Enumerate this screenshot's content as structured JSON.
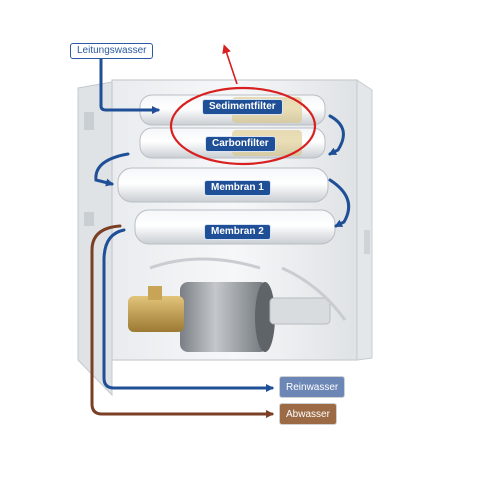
{
  "labels": {
    "input": "Leitungswasser",
    "sediment": "Sedimentfilter",
    "carbon": "Carbonfilter",
    "membrane1": "Membran 1",
    "membrane2": "Membran 2",
    "pure": "Reinwasser",
    "waste": "Abwasser"
  },
  "colors": {
    "flow_line": "#1f4f96",
    "waste_line": "#7a3f24",
    "highlight_ring": "#d82020",
    "pure_box": "#6c86b6",
    "waste_box": "#9c6b45",
    "label_fill": "#1f4f96"
  }
}
